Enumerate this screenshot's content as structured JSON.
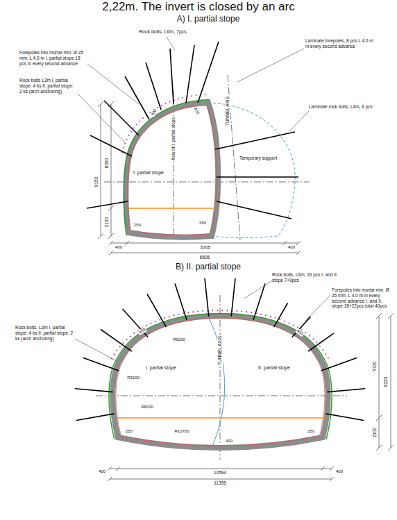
{
  "diagram": {
    "labels": [
      "2,22m. The invert is closed by an arc",
      "A) I. partial stope",
      "Rock bolts, L6m, 7pcs",
      "Forepoles into mortar min. Ø 25 mm, L 4.0 m I. partial stope 18 pcs in every second advance",
      "Rock bolts L3m I. partial stope: 4 ks II. partial stope: 2 ks (arch anchoring)",
      "Laminate forepoles, 8 pcs L 4.0 m in every second advance",
      "Laminate rock bolts, L4m, 6 pcs",
      "Temporary support",
      "Axis of I. partial stope",
      "TUNNEL AXIS",
      "I. partial stope",
      "400",
      "400",
      "250",
      "250",
      "6050",
      "8150",
      "2100",
      "400",
      "5705",
      "400",
      "6505",
      "B) II. partial stope",
      "Rock bolts, L6m, 16 pcs I. and II. stope 7+9pcs",
      "Forepoles into mortar min. Ø 25 mm, L 4.0 m in every second advance I. and II. stope 18+22pcs total 40pcs",
      "Rock bolts, L3m I. partial stope: 4 ks II. partial stope: 2 ks (arch anchoring)",
      "I. partial stope",
      "II. partial stope",
      "TUNNEL AXIS",
      "R6200",
      "R3200",
      "R8200",
      "R10700",
      "400",
      "400",
      "250",
      "250",
      "400",
      "5720",
      "8220",
      "2100",
      "400",
      "10594",
      "400",
      "11395"
    ]
  }
}
